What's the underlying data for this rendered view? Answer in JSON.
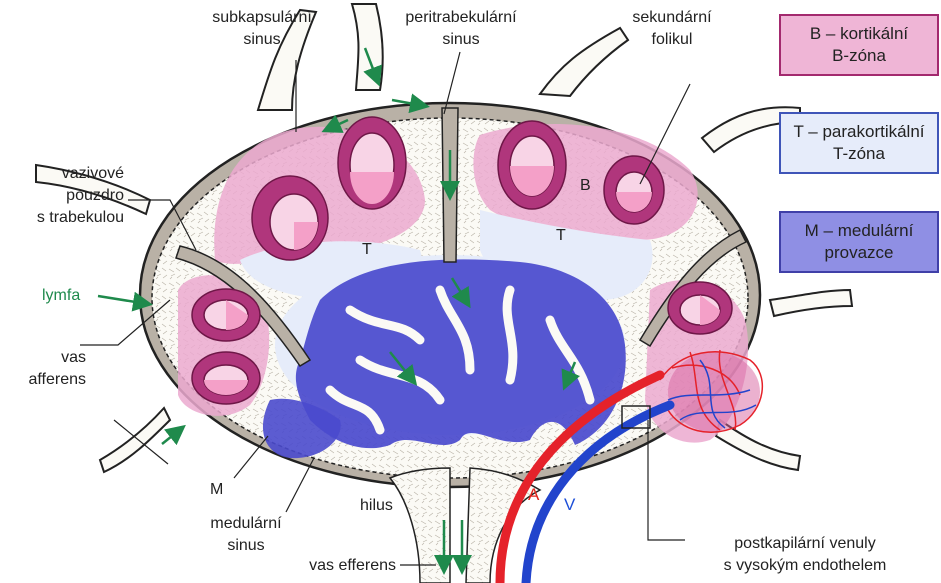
{
  "labels": {
    "subkapsularni": [
      "subkapsulární",
      "sinus"
    ],
    "peritrabekularni": [
      "peritrabekulární",
      "sinus"
    ],
    "sekundarni": [
      "sekundární",
      "folikul"
    ],
    "vazivove": [
      "vazivové",
      "pouzdro",
      "s trabekulou"
    ],
    "lymfa": "lymfa",
    "vas_afferens": [
      "vas",
      "afferens"
    ],
    "zone_B": "B",
    "zone_T_left": "T",
    "zone_T_right": "T",
    "zone_M": "M",
    "medularni_sinus": [
      "medulární",
      "sinus"
    ],
    "hilus": "hilus",
    "vas_efferens": "vas efferens",
    "artery": "A",
    "vein": "V",
    "postkapilarni": [
      "postkapilární venuly",
      "s vysokým endothelem"
    ]
  },
  "legend": [
    {
      "lines": [
        "B – kortikální",
        "B-zóna"
      ],
      "color": "#efb5d6"
    },
    {
      "lines": [
        "T – parakortikální",
        "T-zóna"
      ],
      "color": "#e6ecfa"
    },
    {
      "lines": [
        "M – medulární",
        "provazce"
      ],
      "color": "#8f8fe4"
    }
  ],
  "colors": {
    "capsule": "#b9b1a6",
    "sinus_fill": "#fbfaf5",
    "cortex_b": "#eba9cf",
    "paracortex_t": "#e6ecfa",
    "medulla_m": "#4a4acd",
    "follicle_ring": "#b0367c",
    "germinal_center": "#f4a0c8",
    "artery": "#e5222a",
    "vein": "#2244cc",
    "arrow": "#1f8a4c"
  }
}
